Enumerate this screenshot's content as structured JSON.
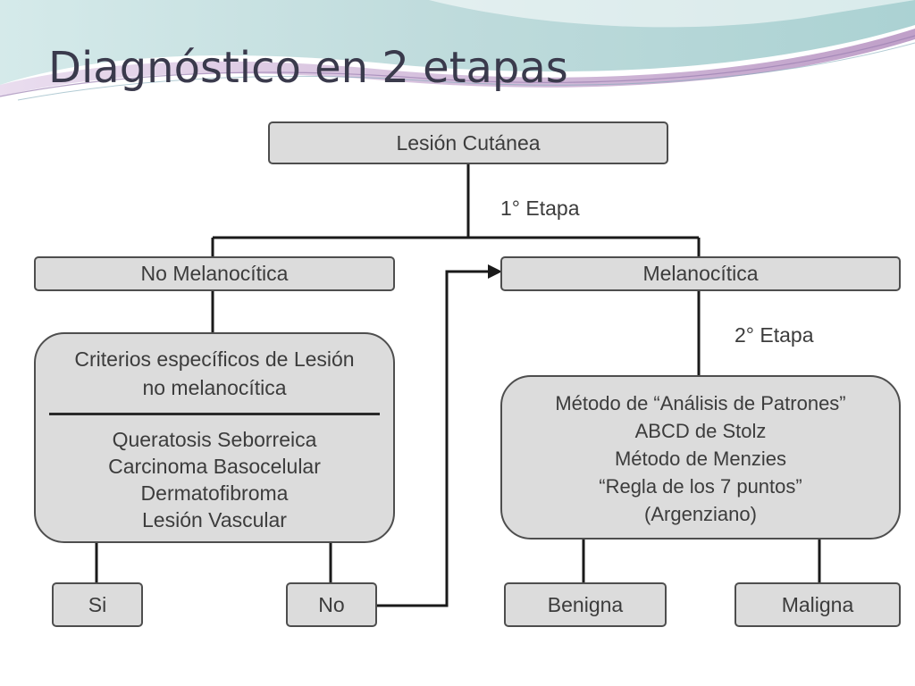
{
  "slide": {
    "title": "Diagnóstico en 2 etapas"
  },
  "diagram": {
    "root": "Lesión Cutánea",
    "stage1_label": "1° Etapa",
    "stage2_label": "2° Etapa",
    "non_melanocytic": "No Melanocítica",
    "melanocytic": "Melanocítica",
    "criteria_heading": [
      "Criterios específicos de Lesión",
      "no melanocítica"
    ],
    "criteria_items": [
      "Queratosis Seborreica",
      "Carcinoma Basocelular",
      "Dermatofibroma",
      "Lesión Vascular"
    ],
    "methods": [
      "Método de “Análisis de Patrones”",
      "ABCD de Stolz",
      "Método de Menzies",
      "“Regla de los 7 puntos”",
      "(Argenziano)"
    ],
    "yes": "Si",
    "no": "No",
    "benign": "Benigna",
    "malignant": "Maligna"
  },
  "colors": {
    "box_fill": "#dcdcdc",
    "box_border": "#4e4e4e",
    "connector": "#1a1a1a",
    "title_text": "#3a3a4c",
    "ribbon_teal": "#8fc3c4",
    "ribbon_purple": "#b48fbf"
  }
}
